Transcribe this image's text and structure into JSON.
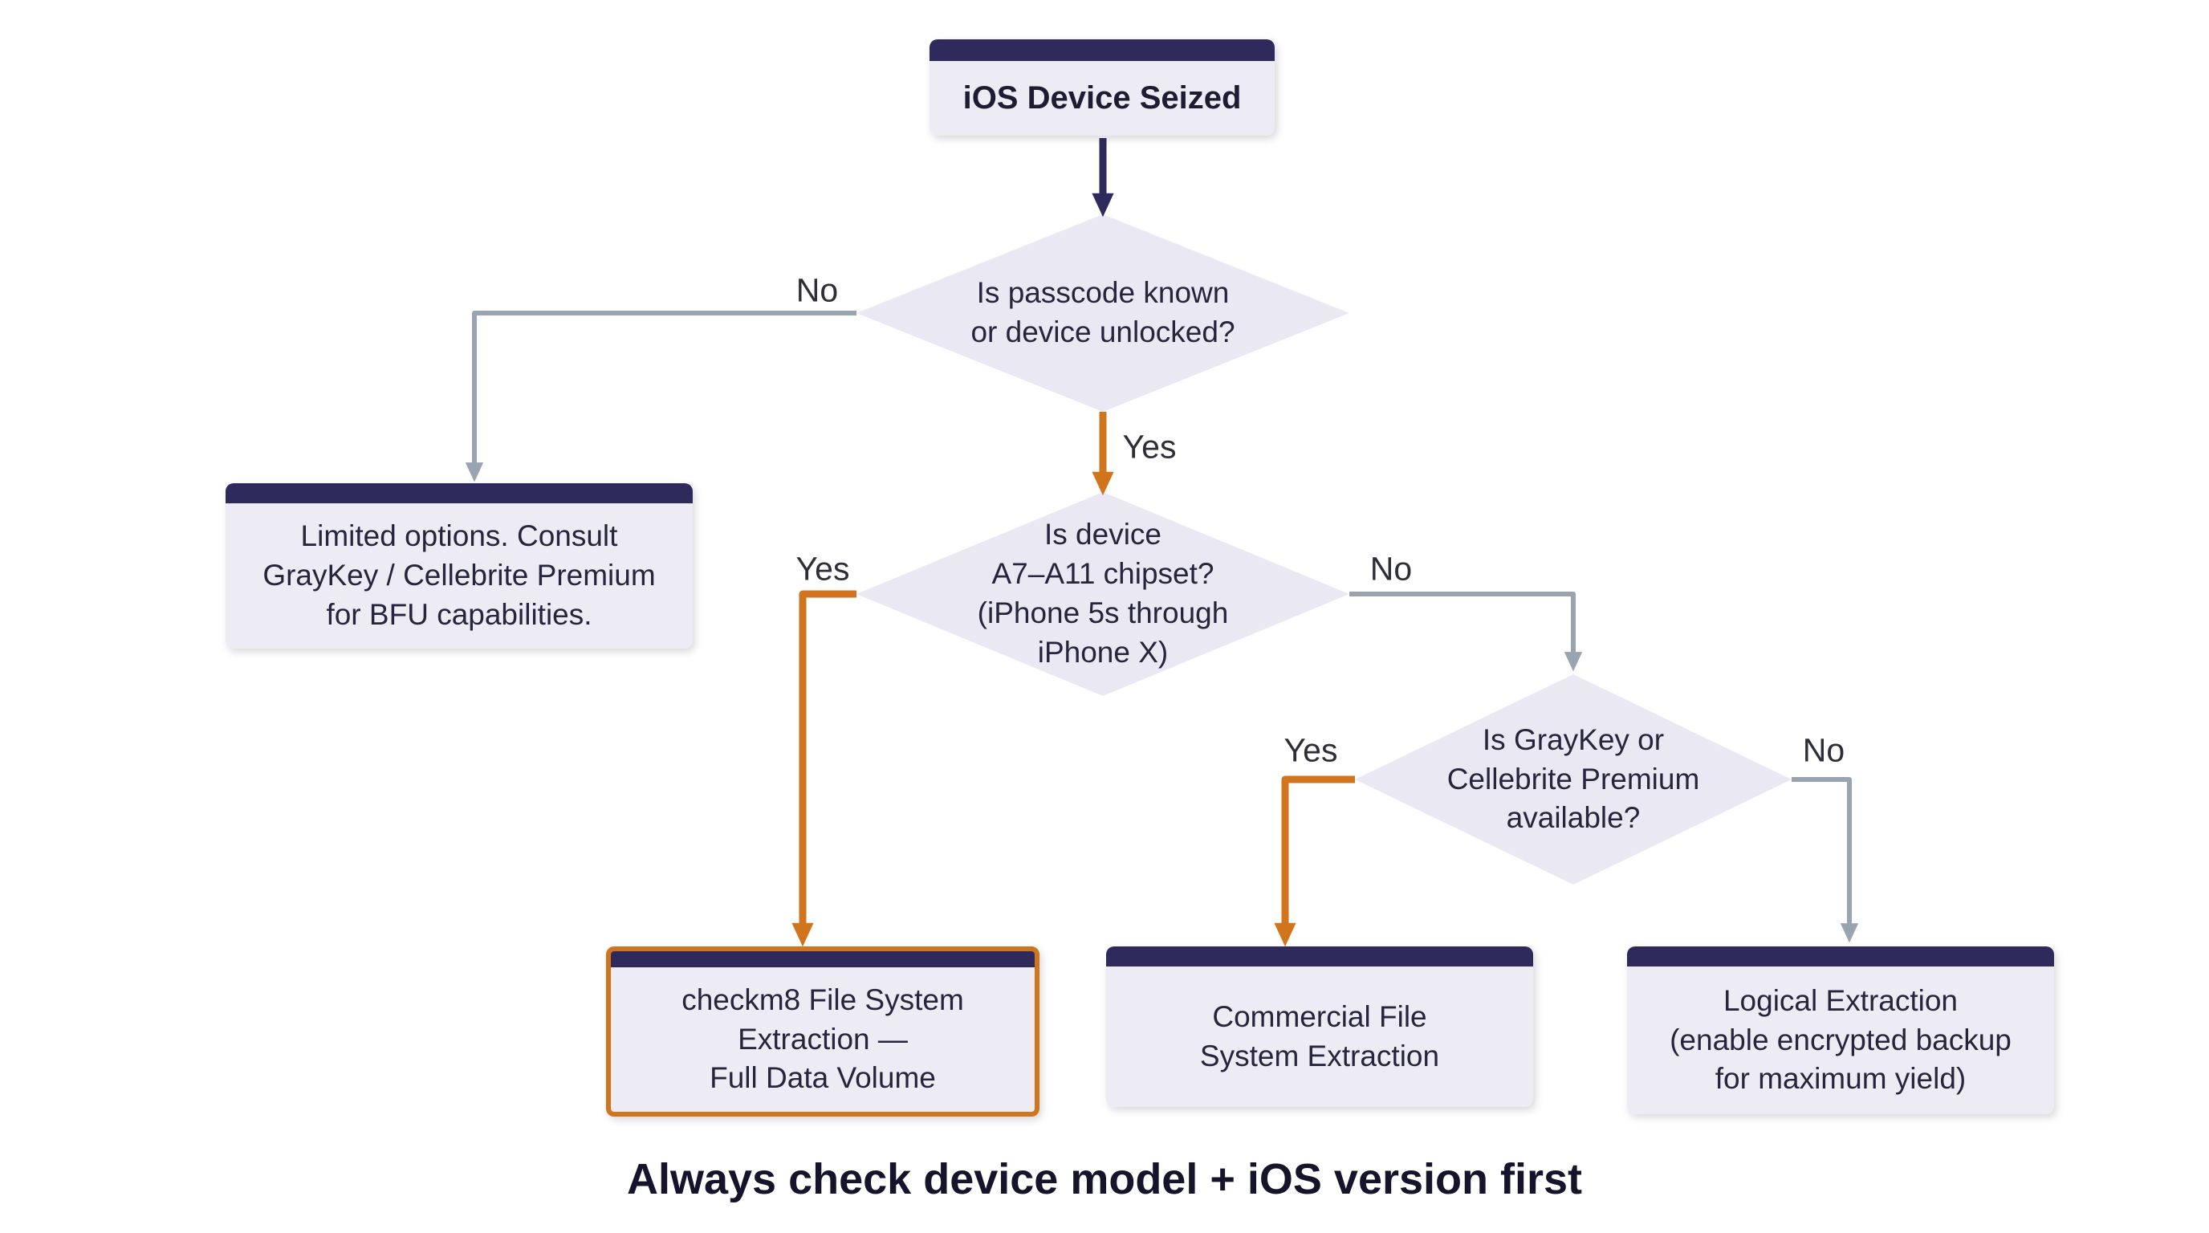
{
  "nodes": {
    "start": "iOS Device Seized",
    "passcode": "Is passcode known\nor device unlocked?",
    "chipset": "Is device\nA7–A11 chipset?\n(iPhone 5s through\niPhone X)",
    "tools": "Is GrayKey or\nCellebrite Premium\navailable?",
    "limited": "Limited options. Consult\nGrayKey / Cellebrite Premium\nfor BFU capabilities.",
    "checkm8": "checkm8 File System\nExtraction —\nFull Data Volume",
    "commercial": "Commercial File\nSystem Extraction",
    "logical": "Logical Extraction\n(enable encrypted backup\nfor maximum yield)"
  },
  "edges": {
    "passcode_no": "No",
    "passcode_yes": "Yes",
    "chipset_yes": "Yes",
    "chipset_no": "No",
    "tools_yes": "Yes",
    "tools_no": "No"
  },
  "footnote": "Always check device model + iOS version first",
  "colors": {
    "node_body": "#edebf4",
    "node_header": "#2e2a5c",
    "diamond_fill": "#eae8f2",
    "arrow_orange": "#d0751d",
    "arrow_gray": "#9aa3b0",
    "arrow_navy": "#2e2a5c",
    "highlight_border": "#d0751d"
  }
}
